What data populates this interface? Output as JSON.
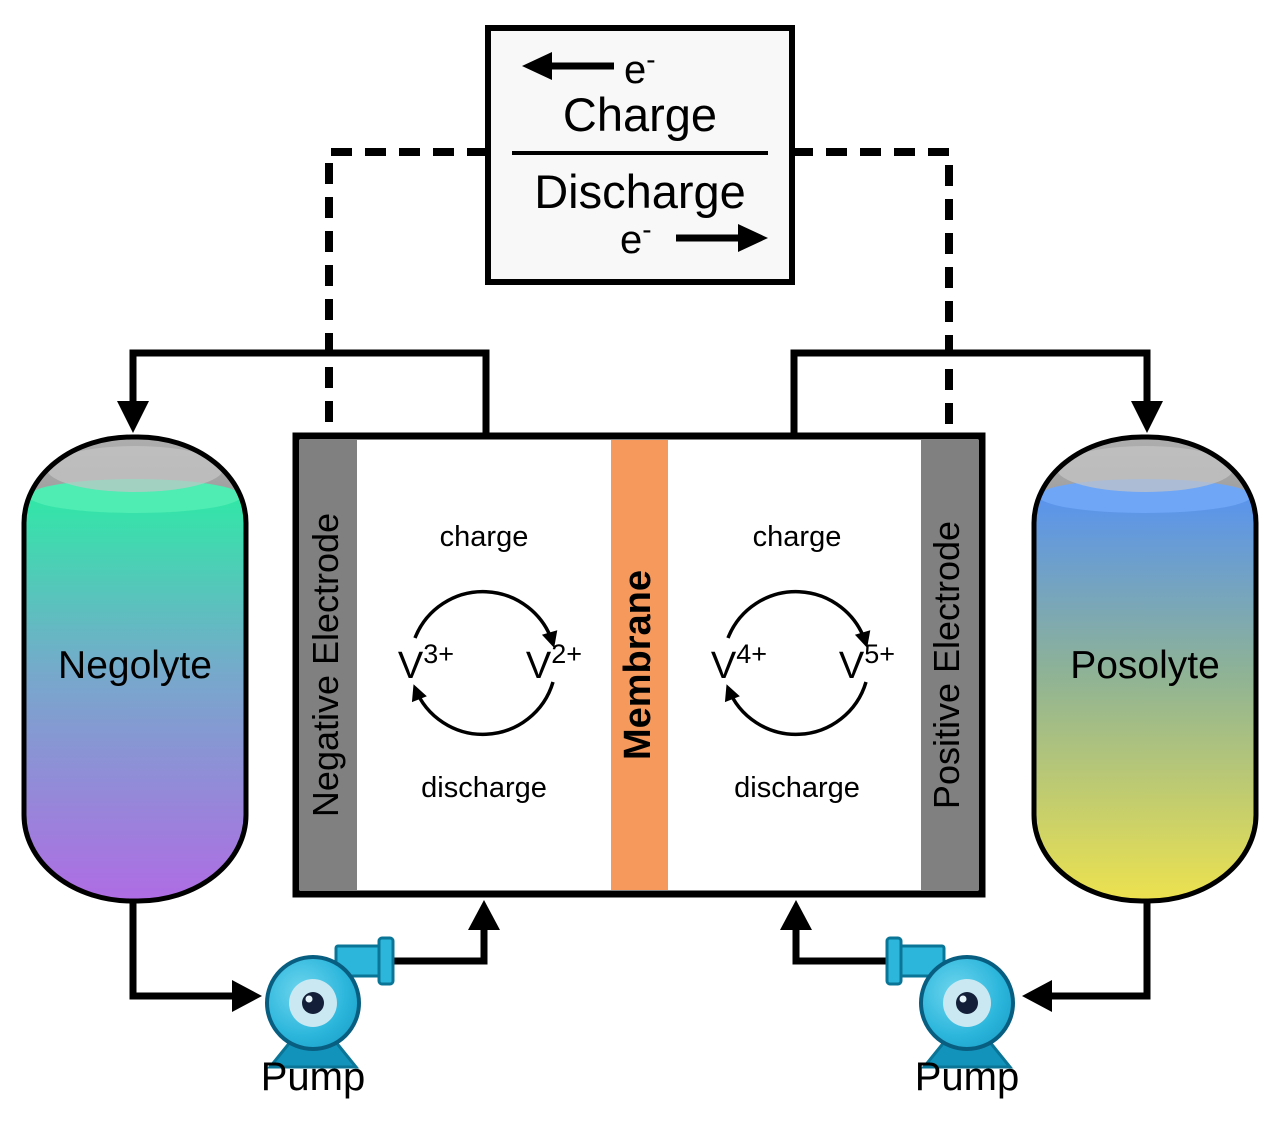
{
  "title_box": {
    "electron_top": {
      "base": "e",
      "sup": "-"
    },
    "charge_label": "Charge",
    "discharge_label": "Discharge",
    "electron_bottom": {
      "base": "e",
      "sup": "-"
    }
  },
  "cell": {
    "negative_electrode_label": "Negative Electrode",
    "membrane_label": "Membrane",
    "positive_electrode_label": "Positive Electrode",
    "left_half": {
      "charge_label": "charge",
      "discharge_label": "discharge",
      "species_left": {
        "base": "V",
        "sup": "3+"
      },
      "species_right": {
        "base": "V",
        "sup": "2+"
      }
    },
    "right_half": {
      "charge_label": "charge",
      "discharge_label": "discharge",
      "species_left": {
        "base": "V",
        "sup": "4+"
      },
      "species_right": {
        "base": "V",
        "sup": "5+"
      }
    }
  },
  "tanks": {
    "left": {
      "label": "Negolyte"
    },
    "right": {
      "label": "Posolyte"
    }
  },
  "pumps": {
    "left": {
      "label": "Pump"
    },
    "right": {
      "label": "Pump"
    }
  },
  "colors": {
    "line": "#000000",
    "legend_background": "#F8F8F8",
    "electrode_gray": "#808080",
    "electrode_text": "#FFFFFF",
    "membrane_orange": "#F6995C",
    "cell_background": "#FFFFFF",
    "negolyte_top": "#2FE9A6",
    "negolyte_middle": "#77A8CC",
    "negolyte_bottom": "#AF6CE4",
    "negolyte_surface": "#4FECB4",
    "posolyte_top": "#5893F0",
    "posolyte_middle": "#8FB394",
    "posolyte_bottom": "#EDE24F",
    "posolyte_surface": "#6FA6F6",
    "pump_cyan": "#2CB6DC",
    "pump_dark": "#0A7596",
    "pump_inner": "#C9E8F2",
    "pump_hub": "#131F38"
  }
}
